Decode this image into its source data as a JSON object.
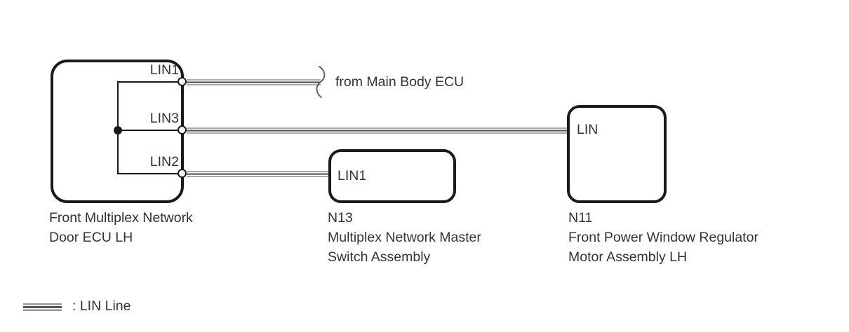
{
  "colors": {
    "background": "#ffffff",
    "stroke": "#1a1a1a",
    "text": "#333333",
    "wire_outer": "#a8a8a8",
    "wire_center": "#474747"
  },
  "door_ecu": {
    "pins": [
      "LIN1",
      "LIN3",
      "LIN2"
    ],
    "caption": [
      "Front Multiplex Network",
      "Door ECU LH"
    ]
  },
  "n13": {
    "pin": "LIN1",
    "caption": [
      "N13",
      "Multiplex Network Master",
      "Switch Assembly"
    ]
  },
  "n11": {
    "pin": "LIN",
    "caption": [
      "N11",
      "Front Power Window Regulator",
      "Motor Assembly LH"
    ]
  },
  "annotation": {
    "from_main_body_ecu": "from Main Body ECU"
  },
  "legend": {
    "lin_line": ": LIN Line"
  }
}
